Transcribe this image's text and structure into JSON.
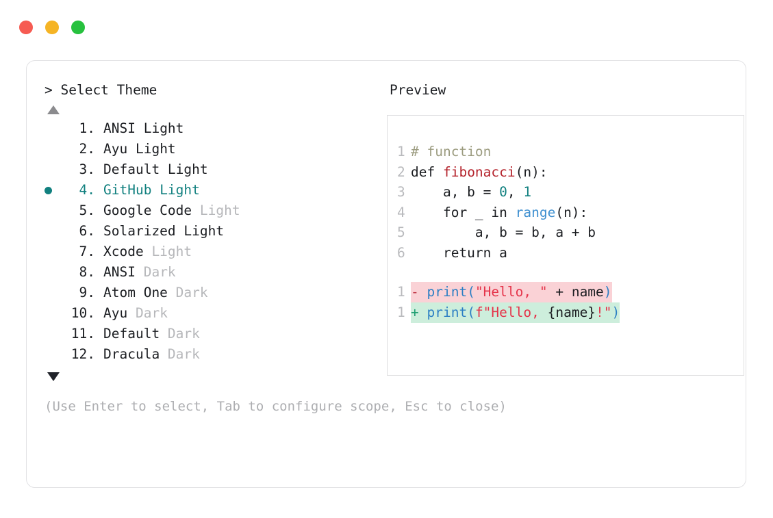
{
  "window": {
    "dots": [
      {
        "name": "close",
        "color": "#f65b52"
      },
      {
        "name": "minimize",
        "color": "#f5b425"
      },
      {
        "name": "maximize",
        "color": "#27c13e"
      }
    ]
  },
  "chooser": {
    "prompt": "> Select Theme",
    "scroll_up": "▲",
    "scroll_down": "▼",
    "selected_index": 4,
    "accent_color": "#11807f",
    "items": [
      {
        "index": " 1.",
        "name": "ANSI",
        "variant": " Light",
        "variant_dim": false,
        "selected": false
      },
      {
        "index": " 2.",
        "name": "Ayu",
        "variant": " Light",
        "variant_dim": false,
        "selected": false
      },
      {
        "index": " 3.",
        "name": "Default",
        "variant": " Light",
        "variant_dim": false,
        "selected": false
      },
      {
        "index": " 4.",
        "name": "GitHub",
        "variant": " Light",
        "variant_dim": false,
        "selected": true
      },
      {
        "index": " 5.",
        "name": "Google Code",
        "variant": " Light",
        "variant_dim": true,
        "selected": false
      },
      {
        "index": " 6.",
        "name": "Solarized",
        "variant": " Light",
        "variant_dim": false,
        "selected": false
      },
      {
        "index": " 7.",
        "name": "Xcode",
        "variant": " Light",
        "variant_dim": true,
        "selected": false
      },
      {
        "index": " 8.",
        "name": "ANSI",
        "variant": " Dark",
        "variant_dim": true,
        "selected": false
      },
      {
        "index": " 9.",
        "name": "Atom One",
        "variant": " Dark",
        "variant_dim": true,
        "selected": false
      },
      {
        "index": "10.",
        "name": "Ayu",
        "variant": " Dark",
        "variant_dim": true,
        "selected": false
      },
      {
        "index": "11.",
        "name": "Default",
        "variant": " Dark",
        "variant_dim": true,
        "selected": false
      },
      {
        "index": "12.",
        "name": "Dracula",
        "variant": " Dark",
        "variant_dim": true,
        "selected": false
      }
    ],
    "hint": "(Use Enter to select, Tab to configure scope, Esc to close)"
  },
  "preview": {
    "label": "Preview",
    "code_lines": [
      {
        "num": "1",
        "tokens": [
          {
            "t": "# function",
            "c": "tok-comment"
          }
        ]
      },
      {
        "num": "2",
        "tokens": [
          {
            "t": "def ",
            "c": "tok-kw"
          },
          {
            "t": "fibonacci",
            "c": "tok-fn"
          },
          {
            "t": "(n):",
            "c": "tok-plain"
          }
        ]
      },
      {
        "num": "3",
        "tokens": [
          {
            "t": "    a, b = ",
            "c": "tok-plain"
          },
          {
            "t": "0",
            "c": "tok-num"
          },
          {
            "t": ", ",
            "c": "tok-plain"
          },
          {
            "t": "1",
            "c": "tok-num"
          }
        ]
      },
      {
        "num": "4",
        "tokens": [
          {
            "t": "    for _ in ",
            "c": "tok-plain"
          },
          {
            "t": "range",
            "c": "tok-builtin"
          },
          {
            "t": "(n):",
            "c": "tok-plain"
          }
        ]
      },
      {
        "num": "5",
        "tokens": [
          {
            "t": "        a, b = b, a + b",
            "c": "tok-plain"
          }
        ]
      },
      {
        "num": "6",
        "tokens": [
          {
            "t": "    return a",
            "c": "tok-plain"
          }
        ]
      }
    ],
    "diff_lines": [
      {
        "num": "1",
        "sign": "-",
        "kind": "del",
        "tokens": [
          {
            "t": "print",
            "c": "tok-call"
          },
          {
            "t": "(",
            "c": "tok-punct"
          },
          {
            "t": "\"Hello, \"",
            "c": "tok-str"
          },
          {
            "t": " + name",
            "c": "tok-plain"
          },
          {
            "t": ")",
            "c": "tok-punct"
          }
        ]
      },
      {
        "num": "1",
        "sign": "+",
        "kind": "add",
        "tokens": [
          {
            "t": "print",
            "c": "tok-call"
          },
          {
            "t": "(",
            "c": "tok-punct"
          },
          {
            "t": "f\"Hello, ",
            "c": "tok-str"
          },
          {
            "t": "{name}",
            "c": "tok-plain"
          },
          {
            "t": "!\"",
            "c": "tok-str"
          },
          {
            "t": ")",
            "c": "tok-punct"
          }
        ]
      }
    ],
    "diff_bg_del": "#fad2d6",
    "diff_bg_add": "#cdeedc"
  }
}
